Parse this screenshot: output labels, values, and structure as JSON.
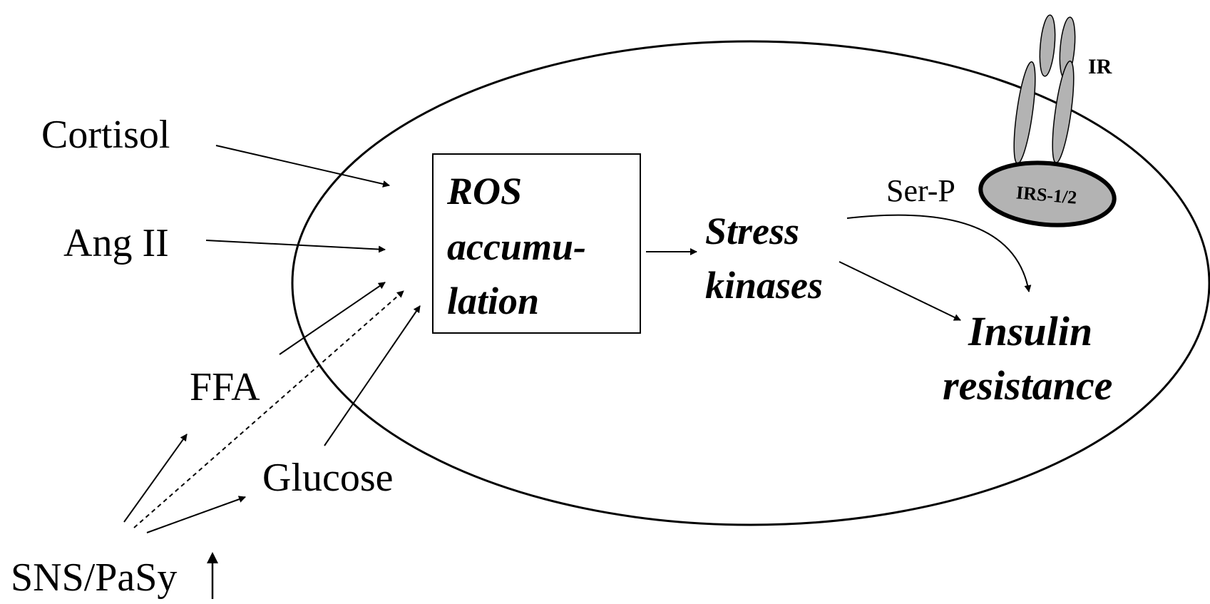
{
  "colors": {
    "line": "#000000",
    "receptor_fill": "#b3b3b3",
    "background": "#ffffff"
  },
  "inputs": {
    "cortisol": "Cortisol",
    "ang_ii": "Ang II",
    "ffa": "FFA",
    "glucose": "Glucose",
    "sns_pasy": "SNS/PaSy"
  },
  "box": {
    "line1": "ROS",
    "line2": "accumu-",
    "line3": "lation"
  },
  "stress": {
    "line1": "Stress",
    "line2": "kinases"
  },
  "outcome": {
    "line1": "Insulin",
    "line2": "resistance"
  },
  "receptor": {
    "ir_label": "IR",
    "irs_label": "IRS-1/2",
    "ser_p_label": "Ser-P"
  },
  "icons": {
    "increase_arrow": "up-arrow-icon",
    "insulin_receptor": "insulin-receptor-icon"
  }
}
